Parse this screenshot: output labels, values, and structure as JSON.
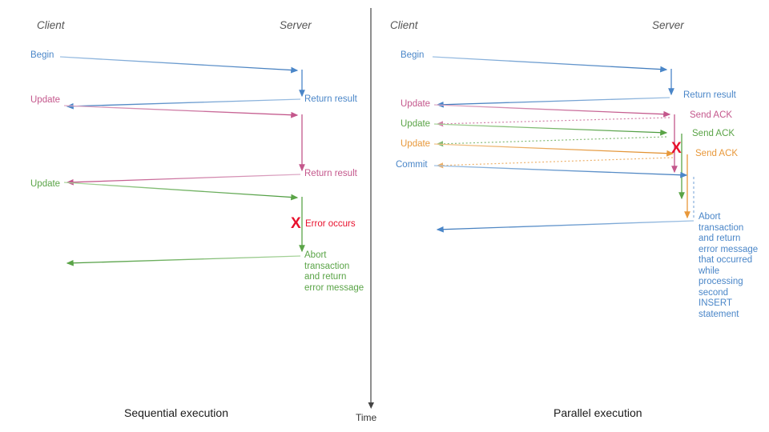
{
  "diagram": {
    "title_left": "Sequential execution",
    "title_right": "Parallel execution",
    "time_axis_label": "Time",
    "colors": {
      "blue": "#4a86c8",
      "pink": "#c4578c",
      "green": "#5aa447",
      "orange": "#e8983a",
      "red": "#e8112d",
      "gray": "#555555",
      "black": "#1a1a1a",
      "divider": "#444444"
    }
  },
  "left_panel": {
    "name": "Sequential execution",
    "caption": "Sequential execution",
    "actors": {
      "client": "Client",
      "server": "Server"
    },
    "messages": [
      {
        "label": "Begin",
        "color": "blue",
        "direction": "client-to-server"
      },
      {
        "label": "Return result",
        "color": "blue",
        "direction": "server-to-client"
      },
      {
        "label": "Update",
        "color": "pink",
        "direction": "client-to-server"
      },
      {
        "label": "Return result",
        "color": "pink",
        "direction": "server-to-client"
      },
      {
        "label": "Update",
        "color": "green",
        "direction": "client-to-server"
      },
      {
        "label": "Abort\ntransaction\nand return\nerror message",
        "color": "green",
        "direction": "server-to-client"
      }
    ],
    "annotations": [
      {
        "label": "Error occurs",
        "color": "red",
        "marker": "X"
      }
    ]
  },
  "right_panel": {
    "name": "Parallel execution",
    "caption": "Parallel execution",
    "actors": {
      "client": "Client",
      "server": "Server"
    },
    "messages": [
      {
        "label": "Begin",
        "color": "blue",
        "direction": "client-to-server"
      },
      {
        "label": "Return result",
        "color": "blue",
        "direction": "server-to-client"
      },
      {
        "label": "Update",
        "color": "pink",
        "direction": "client-to-server"
      },
      {
        "label": "Send ACK",
        "color": "pink",
        "direction": "server-to-client"
      },
      {
        "label": "Update",
        "color": "green",
        "direction": "client-to-server"
      },
      {
        "label": "Send ACK",
        "color": "green",
        "direction": "server-to-client"
      },
      {
        "label": "Update",
        "color": "orange",
        "direction": "client-to-server"
      },
      {
        "label": "Send ACK",
        "color": "orange",
        "direction": "server-to-client"
      },
      {
        "label": "Commit",
        "color": "blue",
        "direction": "client-to-server"
      },
      {
        "label": "Abort\ntransaction\nand return\nerror message\nthat occurred\nwhile\nprocessing\nsecond\nINSERT\nstatement",
        "color": "blue",
        "direction": "server-to-client"
      }
    ],
    "annotations": [
      {
        "label": "",
        "color": "red",
        "marker": "X"
      }
    ]
  },
  "labels": {
    "l_begin": "Begin",
    "l_return_result_1": "Return result",
    "l_update_pink": "Update",
    "l_return_result_2": "Return result",
    "l_update_green": "Update",
    "l_error_occurs": "Error occurs",
    "l_x_mark": "X",
    "l_abort_left": "Abort\ntransaction\nand return\nerror message",
    "r_begin": "Begin",
    "r_return_result": "Return result",
    "r_update_pink": "Update",
    "r_send_ack_pink": "Send ACK",
    "r_update_green": "Update",
    "r_send_ack_green": "Send ACK",
    "r_update_orange": "Update",
    "r_send_ack_orange": "Send ACK",
    "r_commit": "Commit",
    "r_x_mark": "X",
    "r_abort": "Abort\ntransaction\nand return\nerror message\nthat occurred\nwhile\nprocessing\nsecond\nINSERT\nstatement"
  }
}
